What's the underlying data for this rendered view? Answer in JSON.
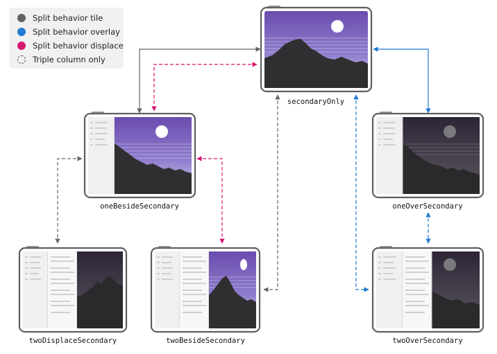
{
  "legend": {
    "items": [
      {
        "label": "Split behavior tile",
        "color": "#636366",
        "style": "filled"
      },
      {
        "label": "Split behavior overlay",
        "color": "#1f7ad1",
        "style": "filled"
      },
      {
        "label": "Split behavior displace",
        "color": "#d8166f",
        "style": "filled"
      },
      {
        "label": "Triple column only",
        "color": "#555555",
        "style": "dashed"
      }
    ]
  },
  "states": {
    "secondary_only": "secondaryOnly",
    "one_beside_secondary": "oneBesideSecondary",
    "one_over_secondary": "oneOverSecondary",
    "two_displace_secondary": "twoDisplaceSecondary",
    "two_beside_secondary": "twoBesideSecondary",
    "two_over_secondary": "twoOverSecondary"
  },
  "colors": {
    "tile": "#636366",
    "overlay": "#1f7ad1",
    "displace": "#d8166f",
    "triple": "#555555",
    "sky_top": "#6a4cae",
    "sky_bottom": "#c9c3ec",
    "mountain": "#2f2f31",
    "sidebar": "#f0f0f0"
  }
}
